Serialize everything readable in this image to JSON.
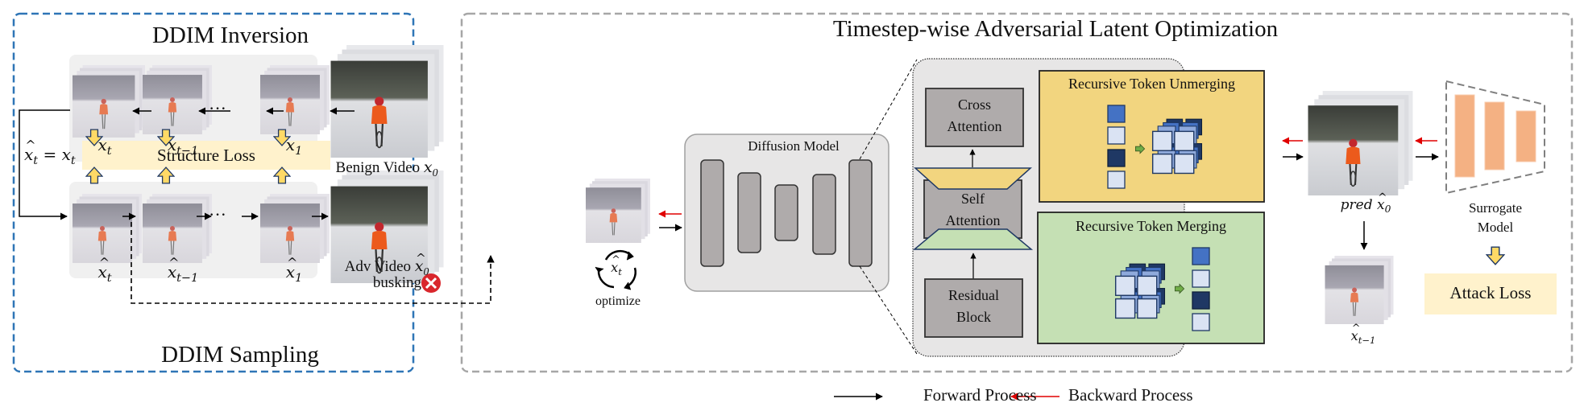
{
  "left_panel": {
    "inversion_title": "DDIM Inversion",
    "sampling_title": "DDIM Sampling",
    "structure_loss": "Structure Loss",
    "equality_label": {
      "lhs_base": "x",
      "lhs_sub": "t",
      "rhs_base": "x",
      "rhs_sub": "t",
      "operator": "="
    },
    "inversion_frames": [
      {
        "base": "x",
        "sub": "t"
      },
      {
        "base": "x",
        "sub": "t−1"
      },
      {
        "base": "x",
        "sub": "1"
      }
    ],
    "sampling_frames": [
      {
        "base": "x",
        "sub": "t"
      },
      {
        "base": "x",
        "sub": "t−1"
      },
      {
        "base": "x",
        "sub": "1"
      }
    ],
    "ellipsis": "···",
    "benign_video": {
      "label": "Benign Video ",
      "base": "x",
      "sub": "0"
    },
    "adv_video": {
      "label": "Adv Video ",
      "base": "x",
      "sub": "0"
    },
    "prediction": {
      "label": "busking",
      "status_icon": "error-x-circle",
      "status_color": "#d9262c"
    },
    "border_color": "#2e75b6"
  },
  "right_panel": {
    "title": "Timestep-wise Adversarial Latent Optimization",
    "border_color": "#a6a6a6",
    "latent": {
      "base": "x",
      "sub": "t"
    },
    "optimize_label": "optimize",
    "diffusion_model": {
      "title": "Diffusion Model"
    },
    "block_detail": {
      "cross_attention": [
        "Cross",
        "Attention"
      ],
      "self_attention": [
        "Self",
        "Attention"
      ],
      "residual_block": [
        "Residual",
        "Block"
      ],
      "unmerging": {
        "title": "Recursive Token Unmerging",
        "color": "#f2d57f"
      },
      "merging": {
        "title": "Recursive Token Merging",
        "color": "#c5e0b4"
      }
    },
    "pred_x0": {
      "prefix": "pred ",
      "base": "x",
      "sub": "0"
    },
    "next_latent": {
      "base": "x",
      "sub": "t−1"
    },
    "surrogate_model": [
      "Surrogate",
      "Model"
    ],
    "attack_loss": "Attack Loss"
  },
  "legend": {
    "forward": {
      "label": "Forward Process",
      "color": "#000000"
    },
    "backward": {
      "label": "Backward Process",
      "color": "#e00000"
    }
  }
}
